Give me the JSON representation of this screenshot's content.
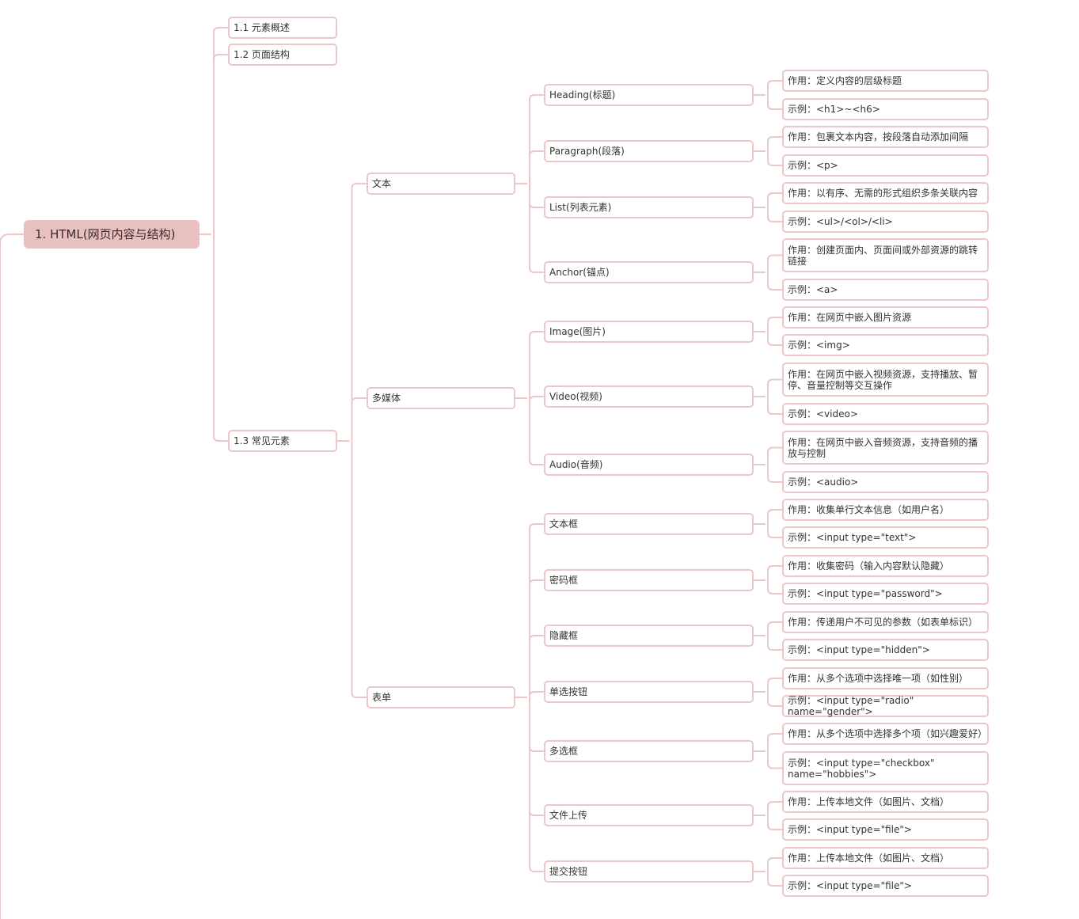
{
  "root": {
    "id": "root",
    "label": "1. HTML(网页内容与结构)"
  },
  "level1": [
    {
      "id": "n11",
      "label": "1.1 元素概述"
    },
    {
      "id": "n12",
      "label": "1.2 页面结构"
    },
    {
      "id": "n13",
      "label": "1.3 常见元素"
    }
  ],
  "level2": [
    {
      "id": "text",
      "label": "文本"
    },
    {
      "id": "media",
      "label": "多媒体"
    },
    {
      "id": "form",
      "label": "表单"
    }
  ],
  "level3": [
    {
      "id": "heading",
      "label": "Heading(标题)"
    },
    {
      "id": "paragraph",
      "label": "Paragraph(段落)"
    },
    {
      "id": "list",
      "label": "List(列表元素)"
    },
    {
      "id": "anchor",
      "label": "Anchor(锚点)"
    },
    {
      "id": "image",
      "label": "Image(图片)"
    },
    {
      "id": "video",
      "label": "Video(视频)"
    },
    {
      "id": "audio",
      "label": "Audio(音频)"
    },
    {
      "id": "textbox",
      "label": "文本框"
    },
    {
      "id": "password",
      "label": "密码框"
    },
    {
      "id": "hidden",
      "label": "隐藏框"
    },
    {
      "id": "radio",
      "label": "单选按钮"
    },
    {
      "id": "checkbox",
      "label": "多选框"
    },
    {
      "id": "file",
      "label": "文件上传"
    },
    {
      "id": "submit",
      "label": "提交按钮"
    }
  ],
  "leaves": [
    {
      "id": "l1",
      "label": "作用：定义内容的层级标题"
    },
    {
      "id": "l2",
      "label": "示例：<h1>~<h6>"
    },
    {
      "id": "l3",
      "label": "作用：包裹文本内容，按段落自动添加间隔"
    },
    {
      "id": "l4",
      "label": "示例：<p>"
    },
    {
      "id": "l5",
      "label": "作用：以有序、无需的形式组织多条关联内容"
    },
    {
      "id": "l6",
      "label": "示例：<ul>/<ol>/<li>"
    },
    {
      "id": "l7",
      "label": "作用：创建页面内、页面间或外部资源的跳转链接"
    },
    {
      "id": "l8",
      "label": "示例：<a>"
    },
    {
      "id": "l9",
      "label": "作用：在网页中嵌入图片资源"
    },
    {
      "id": "l10",
      "label": "示例：<img>"
    },
    {
      "id": "l11",
      "label": "作用：在网页中嵌入视频资源，支持播放、暂停、音量控制等交互操作"
    },
    {
      "id": "l12",
      "label": "示例：<video>"
    },
    {
      "id": "l13",
      "label": "作用：在网页中嵌入音频资源，支持音频的播放与控制"
    },
    {
      "id": "l14",
      "label": "示例：<audio>"
    },
    {
      "id": "l15",
      "label": "作用：收集单行文本信息（如用户名）"
    },
    {
      "id": "l16",
      "label": "示例：<input type=\"text\">"
    },
    {
      "id": "l17",
      "label": "作用：收集密码（输入内容默认隐藏）"
    },
    {
      "id": "l18",
      "label": "示例：<input type=\"password\">"
    },
    {
      "id": "l19",
      "label": "作用：传递用户不可见的参数（如表单标识）"
    },
    {
      "id": "l20",
      "label": "示例：<input type=\"hidden\">"
    },
    {
      "id": "l21",
      "label": "作用：从多个选项中选择唯一项（如性别）"
    },
    {
      "id": "l22",
      "label": "示例：<input type=\"radio\" name=\"gender\">"
    },
    {
      "id": "l23",
      "label": "作用：从多个选项中选择多个项（如兴趣爱好）"
    },
    {
      "id": "l24",
      "label": "示例：<input type=\"checkbox\" name=\"hobbies\">"
    },
    {
      "id": "l25",
      "label": "作用：上传本地文件（如图片、文档）"
    },
    {
      "id": "l26",
      "label": "示例：<input type=\"file\">"
    },
    {
      "id": "l27",
      "label": "作用：上传本地文件（如图片、文档）"
    },
    {
      "id": "l28",
      "label": "示例：<input type=\"file\">"
    }
  ],
  "colors": {
    "line": "#ecc7c7",
    "root_fill": "#e8c0c0",
    "text": "#333333"
  }
}
